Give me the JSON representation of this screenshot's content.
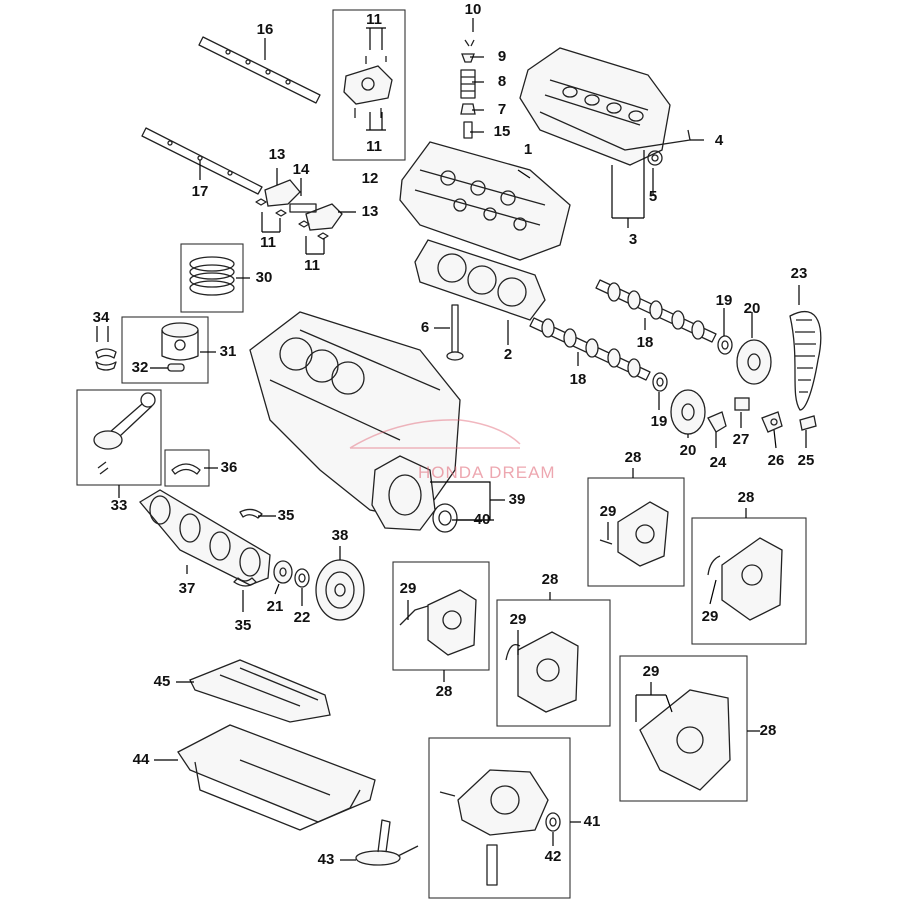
{
  "watermark": "HONDA DREAM",
  "colors": {
    "line": "#222222",
    "watermark": "#e06070",
    "background": "#ffffff"
  },
  "callouts": {
    "c1": "1",
    "c2": "2",
    "c3": "3",
    "c4": "4",
    "c5": "5",
    "c6": "6",
    "c7": "7",
    "c8": "8",
    "c9": "9",
    "c10": "10",
    "c11a": "11",
    "c11b": "11",
    "c11c": "11",
    "c11d": "11",
    "c12": "12",
    "c13a": "13",
    "c13b": "13",
    "c14": "14",
    "c15": "15",
    "c16": "16",
    "c17": "17",
    "c18a": "18",
    "c18b": "18",
    "c19a": "19",
    "c19b": "19",
    "c20a": "20",
    "c20b": "20",
    "c21": "21",
    "c22": "22",
    "c23": "23",
    "c24": "24",
    "c25": "25",
    "c26": "26",
    "c27": "27",
    "c28a": "28",
    "c28b": "28",
    "c28c": "28",
    "c28d": "28",
    "c28e": "28",
    "c29a": "29",
    "c29b": "29",
    "c29c": "29",
    "c29d": "29",
    "c29e": "29",
    "c30": "30",
    "c31": "31",
    "c32": "32",
    "c33": "33",
    "c34": "34",
    "c35a": "35",
    "c35b": "35",
    "c36": "36",
    "c37": "37",
    "c38": "38",
    "c39": "39",
    "c40": "40",
    "c41": "41",
    "c42": "42",
    "c43": "43",
    "c44": "44",
    "c45": "45"
  }
}
